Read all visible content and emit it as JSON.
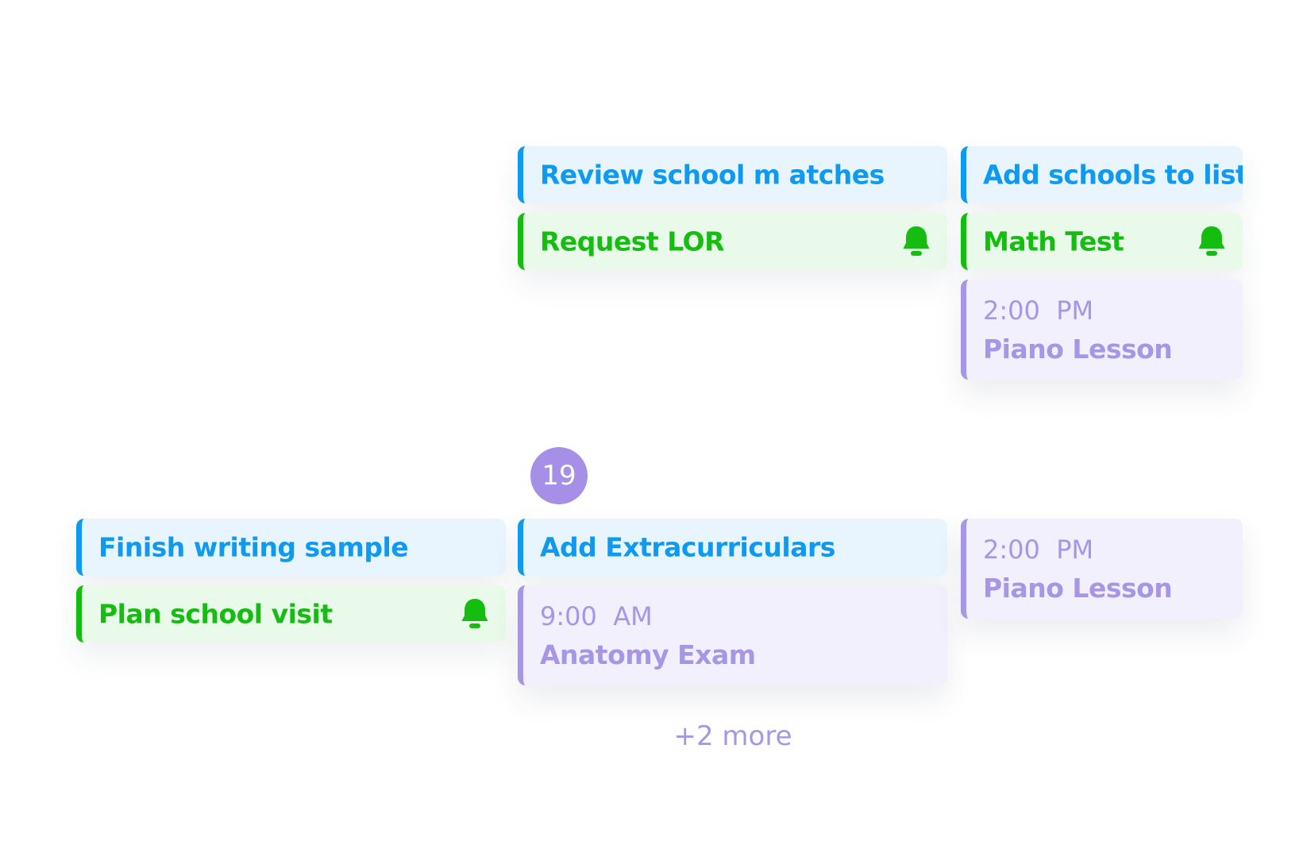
{
  "calendar": {
    "upper_week": {
      "col2_cards": [
        {
          "kind": "task",
          "label": "Review school m atches"
        },
        {
          "kind": "reminder",
          "label": "Request LOR",
          "icon": "bell-icon"
        }
      ],
      "col3_cards": [
        {
          "kind": "task",
          "label": "Add schools to list"
        },
        {
          "kind": "reminder",
          "label": "Math Test",
          "icon": "bell-icon"
        },
        {
          "kind": "event",
          "time": "2:00  PM",
          "title": "Piano Lesson"
        }
      ]
    },
    "lower_week": {
      "day_badge": "19",
      "col1_cards": [
        {
          "kind": "task",
          "label": "Finish writing sample"
        },
        {
          "kind": "reminder",
          "label": "Plan school visit",
          "icon": "bell-icon"
        }
      ],
      "col2_cards": [
        {
          "kind": "task",
          "label": "Add Extracurriculars"
        },
        {
          "kind": "event",
          "time": "9:00  AM",
          "title": "Anatomy Exam"
        }
      ],
      "col2_more": "+2 more",
      "col3_cards": [
        {
          "kind": "event",
          "time": "2:00  PM",
          "title": "Piano Lesson"
        }
      ]
    }
  },
  "colors": {
    "task_accent": "#0d9af0",
    "task_bg": "#e9f5fe",
    "reminder_accent": "#15bd10",
    "reminder_bg": "#eafaea",
    "event_accent": "#a796e6",
    "event_bg": "#f3f0fd",
    "badge_bg": "#a68fe6"
  }
}
